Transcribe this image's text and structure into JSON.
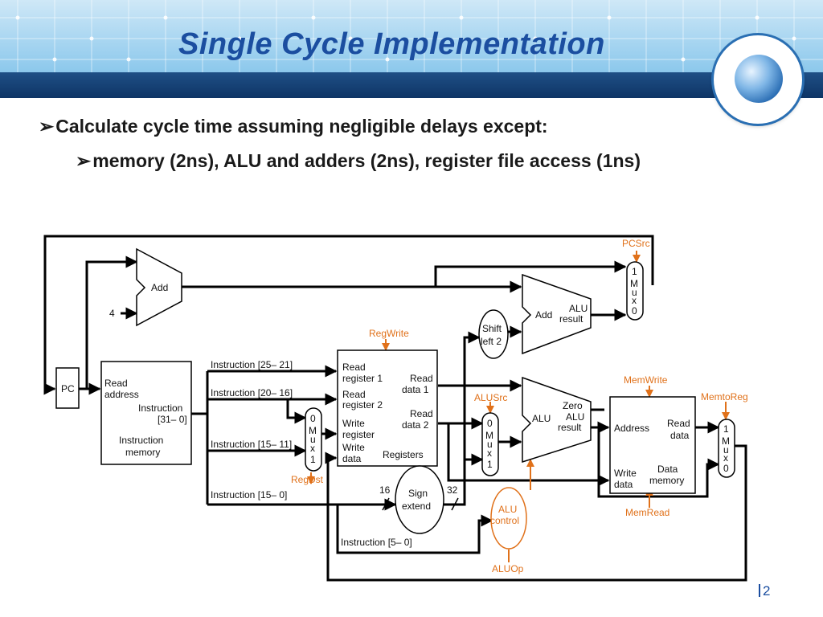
{
  "slide": {
    "title": "Single Cycle Implementation",
    "bullet1": "Calculate cycle time assuming negligible delays except:",
    "bullet2": "memory (2ns), ALU and adders (2ns), register file access (1ns)",
    "bullet_glyph": "➢",
    "page_number": "2"
  },
  "diagram": {
    "pc": "PC",
    "add_top": "Add",
    "const_four": "4",
    "im_read": "Read",
    "im_address": "address",
    "im_instr": "Instruction",
    "im_bits": "[31– 0]",
    "im_name1": "Instruction",
    "im_name2": "memory",
    "instr_25_21": "Instruction [25– 21]",
    "instr_20_16": "Instruction [20– 16]",
    "instr_15_11": "Instruction [15– 11]",
    "instr_15_0": "Instruction [15– 0]",
    "instr_5_0": "Instruction [5– 0]",
    "regwrite": "RegWrite",
    "rf_read_reg1_a": "Read",
    "rf_read_reg1_b": "register 1",
    "rf_read_reg2_a": "Read",
    "rf_read_reg2_b": "register 2",
    "rf_write_reg_a": "Write",
    "rf_write_reg_b": "register",
    "rf_write_data_a": "Write",
    "rf_write_data_b": "data",
    "rf_read_data1_a": "Read",
    "rf_read_data1_b": "data 1",
    "rf_read_data2_a": "Read",
    "rf_read_data2_b": "data 2",
    "rf_name": "Registers",
    "regdst": "RegDst",
    "mux_1": "1",
    "mux_m": "M",
    "mux_u": "u",
    "mux_x": "x",
    "mux_0": "0",
    "shift_a": "Shift",
    "shift_b": "left 2",
    "add_branch": "Add",
    "alu_result_a": "ALU",
    "alu_result_b": "result",
    "pcsrc": "PCSrc",
    "alusrc": "ALUSrc",
    "alu": "ALU",
    "alu_zero": "Zero",
    "alu_res_a": "ALU",
    "alu_res_b": "result",
    "sign_a": "Sign",
    "sign_b": "extend",
    "bits16": "16",
    "bits32": "32",
    "aluctl_a": "ALU",
    "aluctl_b": "control",
    "aluop": "ALUOp",
    "memwrite": "MemWrite",
    "memread": "MemRead",
    "memtoreg": "MemtoReg",
    "dm_address": "Address",
    "dm_read_a": "Read",
    "dm_read_b": "data",
    "dm_write_a": "Write",
    "dm_write_b": "data",
    "dm_name_a": "Data",
    "dm_name_b": "memory"
  }
}
